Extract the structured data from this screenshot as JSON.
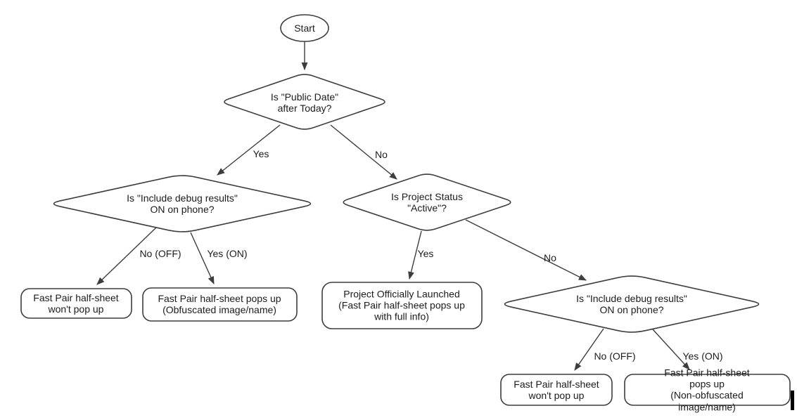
{
  "nodes": {
    "start": {
      "label": "Start"
    },
    "public_date": {
      "label": "Is \"Public Date\"\nafter Today?"
    },
    "debug_left": {
      "label": "Is \"Include debug results\"\nON on phone?"
    },
    "project_status": {
      "label": "Is Project Status\n\"Active\"?"
    },
    "debug_right": {
      "label": "Is \"Include debug results\"\nON on phone?"
    },
    "no_popup_left": {
      "label": "Fast Pair half-sheet\nwon't pop up"
    },
    "popup_obfuscated": {
      "label": "Fast Pair half-sheet pops up\n(Obfuscated image/name)"
    },
    "launched": {
      "label": "Project Officially Launched\n(Fast Pair half-sheet pops up\nwith full info)"
    },
    "no_popup_right": {
      "label": "Fast Pair half-sheet\nwon't pop up"
    },
    "popup_nonobfuscated": {
      "label": "Fast Pair half-sheet pops up\n(Non-obfuscated image/name)"
    }
  },
  "edge_labels": {
    "public_date_yes": "Yes",
    "public_date_no": "No",
    "debug_left_no": "No (OFF)",
    "debug_left_yes": "Yes (ON)",
    "status_yes": "Yes",
    "status_no": "No",
    "debug_right_no": "No (OFF)",
    "debug_right_yes": "Yes (ON)"
  },
  "colors": {
    "stroke": "#3d3d3d",
    "text": "#1c1c1c",
    "background": "#ffffff"
  }
}
